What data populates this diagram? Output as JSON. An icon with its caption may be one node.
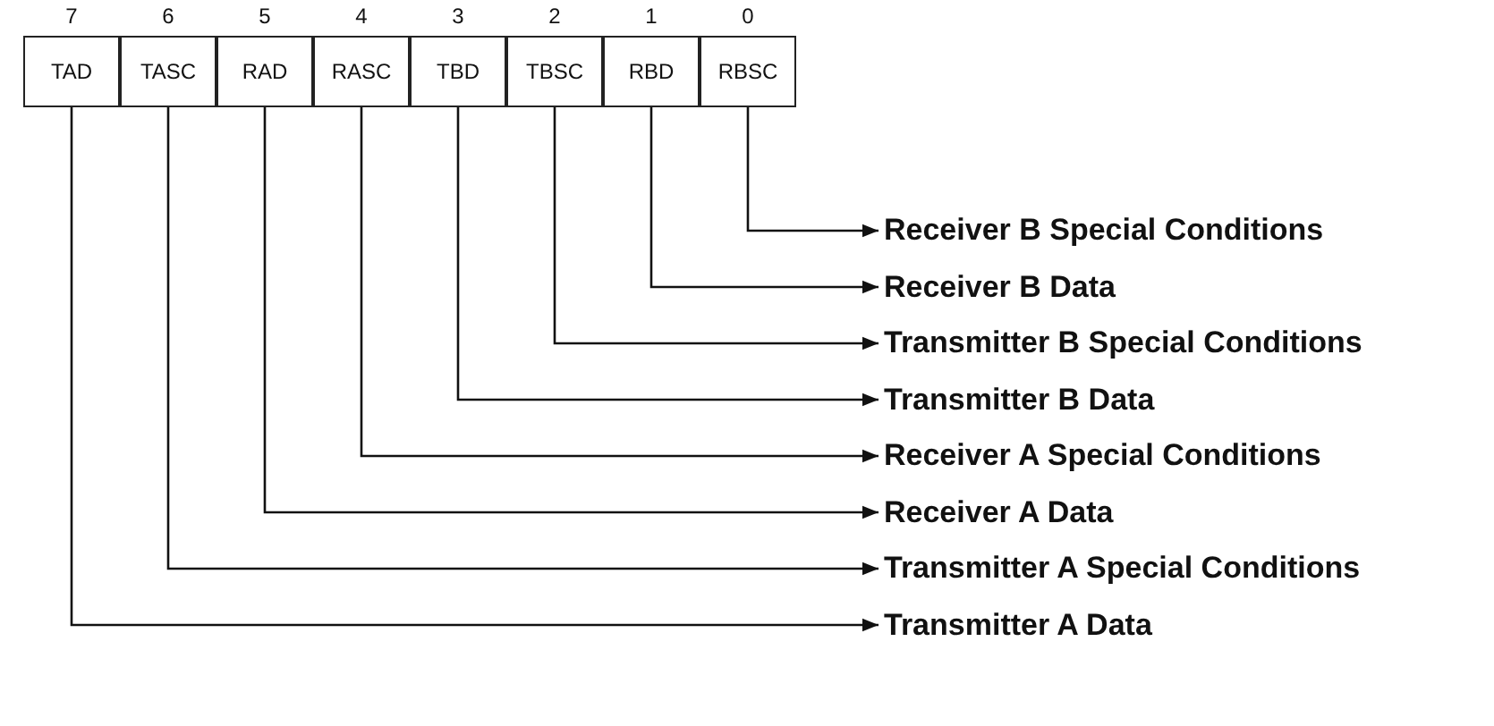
{
  "diagram": {
    "nodes": [
      {
        "text": [
          "TAD"
        ],
        "beside": [
          "7"
        ]
      },
      {
        "text": [
          "TASC"
        ],
        "beside": [
          "6"
        ]
      },
      {
        "text": [
          "RAD"
        ],
        "beside": [
          "5"
        ]
      },
      {
        "text": [
          "RASC"
        ],
        "beside": [
          "4"
        ]
      },
      {
        "text": [
          "TBD"
        ],
        "beside": [
          "3"
        ]
      },
      {
        "text": [
          "TBSC"
        ],
        "beside": [
          "2"
        ]
      },
      {
        "text": [
          "RBD"
        ],
        "beside": [
          "1"
        ]
      },
      {
        "text": [
          "RBSC"
        ],
        "beside": [
          "0"
        ]
      },
      {
        "text": [
          "Receiver B Special Conditions"
        ]
      },
      {
        "text": [
          "Receiver B Data"
        ]
      },
      {
        "text": [
          "Transmitter B Special Conditions"
        ]
      },
      {
        "text": [
          "Transmitter B Data"
        ]
      },
      {
        "text": [
          "Receiver A Special Conditions"
        ]
      },
      {
        "text": [
          "Receiver A Data"
        ]
      },
      {
        "text": [
          "Transmitter A Special Conditions"
        ]
      },
      {
        "text": [
          "Transmitter A Data"
        ]
      }
    ],
    "edges": [
      {
        "from": 7,
        "to": 8,
        "arrow": "to"
      },
      {
        "from": 6,
        "to": 9,
        "arrow": "to"
      },
      {
        "from": 5,
        "to": 10,
        "arrow": "to"
      },
      {
        "from": 4,
        "to": 11,
        "arrow": "to"
      },
      {
        "from": 3,
        "to": 12,
        "arrow": "to"
      },
      {
        "from": 2,
        "to": 13,
        "arrow": "to"
      },
      {
        "from": 1,
        "to": 14,
        "arrow": "to"
      },
      {
        "from": 0,
        "to": 15,
        "arrow": "to"
      }
    ]
  }
}
